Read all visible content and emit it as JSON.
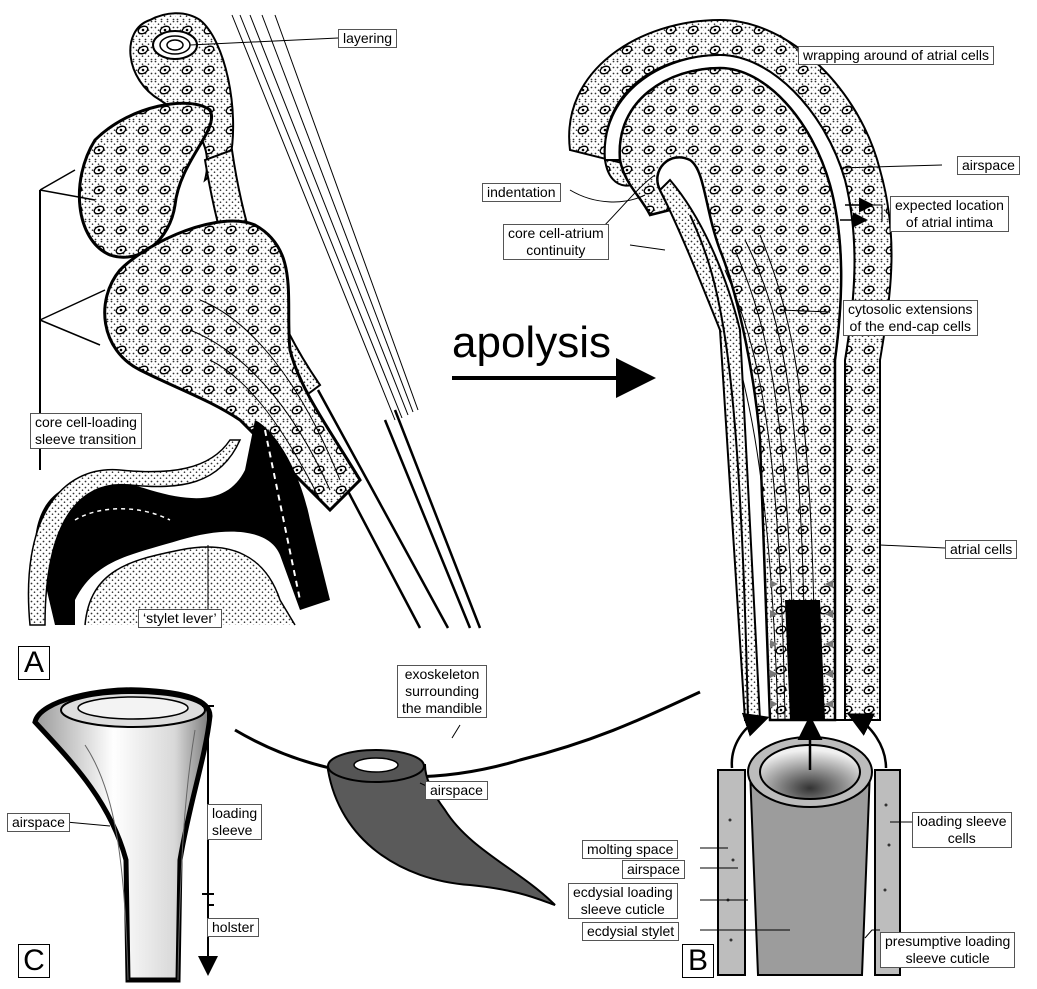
{
  "panels": {
    "a": "A",
    "b": "B",
    "c": "C"
  },
  "title_arrow": "apolysis",
  "labels_a": {
    "layering": "layering",
    "core_cell_loading": "core cell-loading\nsleeve transition",
    "stylet_lever": "‘stylet lever’"
  },
  "labels_b": {
    "wrapping": "wrapping around of atrial cells",
    "airspace": "airspace",
    "indentation": "indentation",
    "expected_location": "expected location\nof atrial intima",
    "core_cell_atrium": "core cell-atrium\ncontinuity",
    "cytosolic": "cytosolic extensions\nof the end-cap cells",
    "atrial_cells": "atrial cells",
    "loading_sleeve_cells": "loading sleeve\ncells",
    "molting_space": "molting space",
    "airspace_lower": "airspace",
    "ecdysial_cuticle": "ecdysial loading\nsleeve cuticle",
    "ecdysial_stylet": "ecdysial stylet",
    "presumptive": "presumptive loading\nsleeve cuticle"
  },
  "labels_c": {
    "exoskeleton": "exoskeleton\nsurrounding\nthe mandible",
    "airspace_mid": "airspace",
    "airspace_left": "airspace",
    "loading_sleeve": "loading\nsleeve",
    "holster": "holster"
  },
  "colors": {
    "ink": "#000000",
    "stipple": "#3a3a3a",
    "tube_fill": "#9c9c9c",
    "horn": "#5a5a5a"
  }
}
